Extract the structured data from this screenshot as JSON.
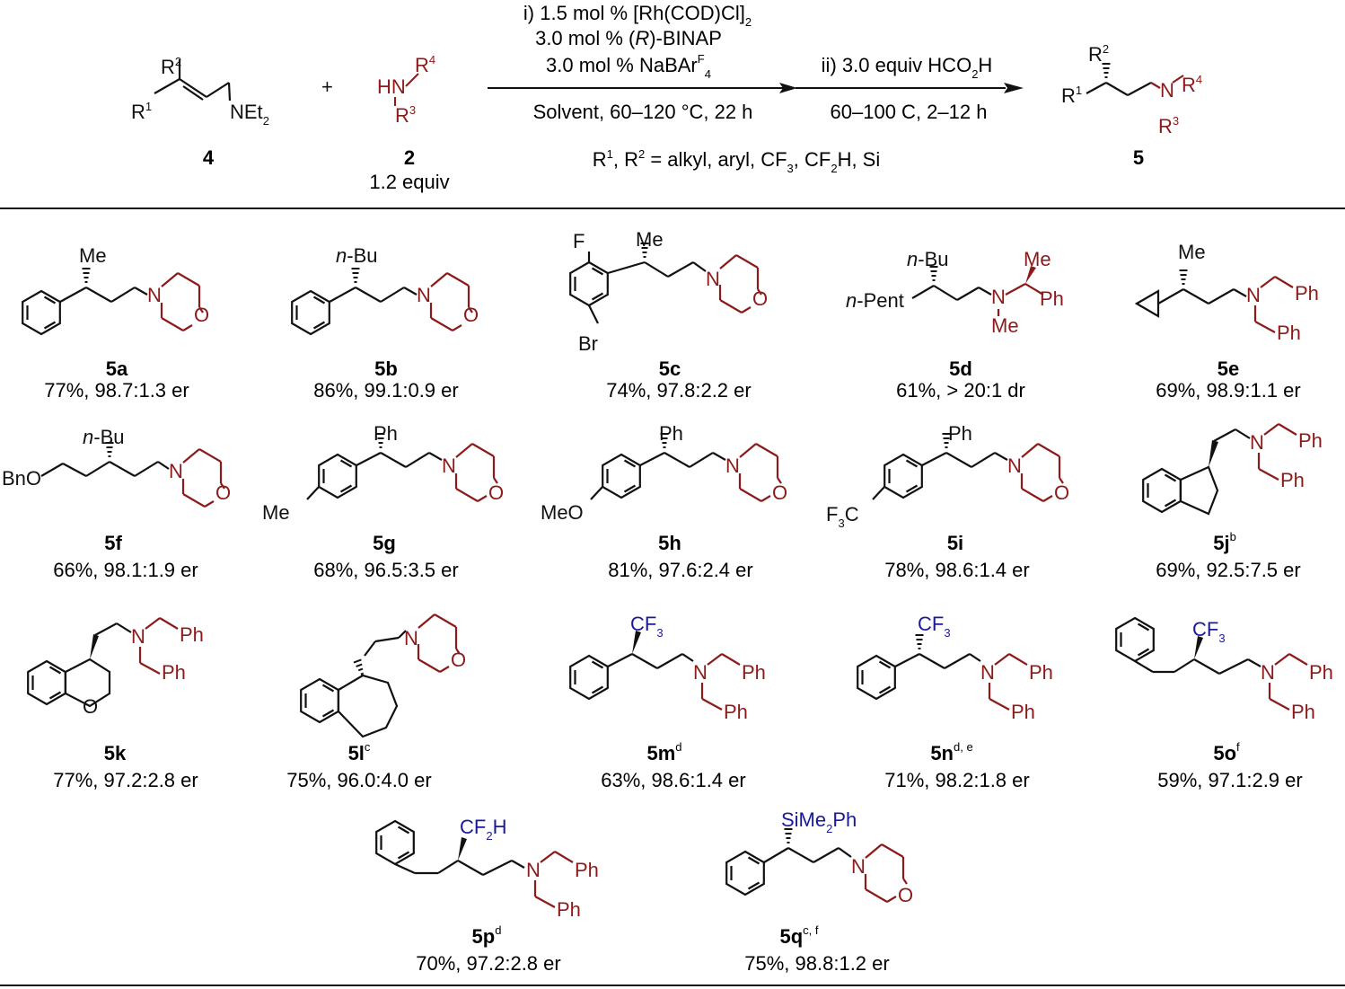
{
  "colors": {
    "ink": "#111111",
    "amine": "#8b1a1a",
    "substituent": "#1a1a99"
  },
  "scheme": {
    "reactant_4": {
      "label": "4",
      "r2": "R",
      "r2_sup": "2",
      "r1": "R",
      "r1_sup": "1",
      "amine": "NEt",
      "amine_sub": "2"
    },
    "plus": "+",
    "reactant_2": {
      "label": "2",
      "equiv": "1.2 equiv",
      "hn": "HN",
      "r4": "R",
      "r4_sup": "4",
      "r3": "R",
      "r3_sup": "3"
    },
    "step1": {
      "line1": "i) 1.5 mol % [Rh(COD)Cl]",
      "line1_sub": "2",
      "line2_pre": "3.0 mol % (",
      "line2_it": "R",
      "line2_post": ")-BINAP",
      "line3": "3.0 mol % NaBAr",
      "line3_sup": "F",
      "line3_sub": "4",
      "below": "Solvent, 60–120 °C, 22 h"
    },
    "step2": {
      "above": "ii) 3.0 equiv HCO",
      "above_sub": "2",
      "above_end": "H",
      "below": "60–100 C, 2–12 h"
    },
    "scope_note": {
      "r1": "R",
      "r1_sup": "1",
      "mid": ", R",
      "r2_sup": "2",
      "rest1": " = alkyl, aryl, CF",
      "sub1": "3",
      "rest2": ", CF",
      "sub2": "2",
      "rest3": "H, Si"
    },
    "product_5": {
      "label": "5",
      "r2": "R",
      "r2_sup": "2",
      "r1": "R",
      "r1_sup": "1",
      "n": "N",
      "r4": "R",
      "r4_sup": "4",
      "r3": "R",
      "r3_sup": "3"
    }
  },
  "compounds": [
    {
      "id": "5a",
      "sup": "",
      "result": "77%, 98.7:1.3 er",
      "substituent": "Me"
    },
    {
      "id": "5b",
      "sup": "",
      "result": "86%, 99.1:0.9 er",
      "substituent_it": "n",
      "substituent": "-Bu"
    },
    {
      "id": "5c",
      "sup": "",
      "result": "74%, 97.8:2.2 er",
      "substituent": "Me",
      "f": "F",
      "br": "Br"
    },
    {
      "id": "5d",
      "sup": "",
      "result": "61%, > 20:1 dr",
      "substituent_it": "n",
      "substituent": "-Bu",
      "left_it": "n",
      "left": "-Pent",
      "me1": "Me",
      "me2": "Me",
      "ph": "Ph"
    },
    {
      "id": "5e",
      "sup": "",
      "result": "69%, 98.9:1.1 er",
      "substituent": "Me"
    },
    {
      "id": "5f",
      "sup": "",
      "result": "66%, 98.1:1.9 er",
      "substituent_it": "n",
      "substituent": "-Bu",
      "left": "BnO"
    },
    {
      "id": "5g",
      "sup": "",
      "result": "68%, 96.5:3.5 er",
      "substituent": "Ph",
      "para": "Me"
    },
    {
      "id": "5h",
      "sup": "",
      "result": "81%, 97.6:2.4 er",
      "substituent": "Ph",
      "para": "MeO"
    },
    {
      "id": "5i",
      "sup": "",
      "result": "78%, 98.6:1.4 er",
      "substituent": "Ph",
      "para": "F",
      "para_sub": "3",
      "para_end": "C"
    },
    {
      "id": "5j",
      "sup": "b",
      "result": "69%, 92.5:7.5 er"
    },
    {
      "id": "5k",
      "sup": "",
      "result": "77%, 97.2:2.8 er"
    },
    {
      "id": "5l",
      "sup": "c",
      "result": "75%, 96.0:4.0 er"
    },
    {
      "id": "5m",
      "sup": "d",
      "result": "63%, 98.6:1.4 er",
      "substituent": "CF",
      "substituent_sub": "3"
    },
    {
      "id": "5n",
      "sup": "d, e",
      "result": "71%, 98.2:1.8 er",
      "substituent": "CF",
      "substituent_sub": "3"
    },
    {
      "id": "5o",
      "sup": "f",
      "result": "59%, 97.1:2.9 er",
      "substituent": "CF",
      "substituent_sub": "3"
    },
    {
      "id": "5p",
      "sup": "d",
      "result": "70%, 97.2:2.8 er",
      "substituent": "CF",
      "substituent_sub": "2",
      "substituent_end": "H"
    },
    {
      "id": "5q",
      "sup": "c, f",
      "result": "75%, 98.8:1.2 er",
      "substituent": "SiMe",
      "substituent_sub": "2",
      "substituent_end": "Ph"
    }
  ],
  "atoms": {
    "N": "N",
    "O": "O",
    "Ph": "Ph",
    "Me": "Me",
    "OO": "O"
  }
}
